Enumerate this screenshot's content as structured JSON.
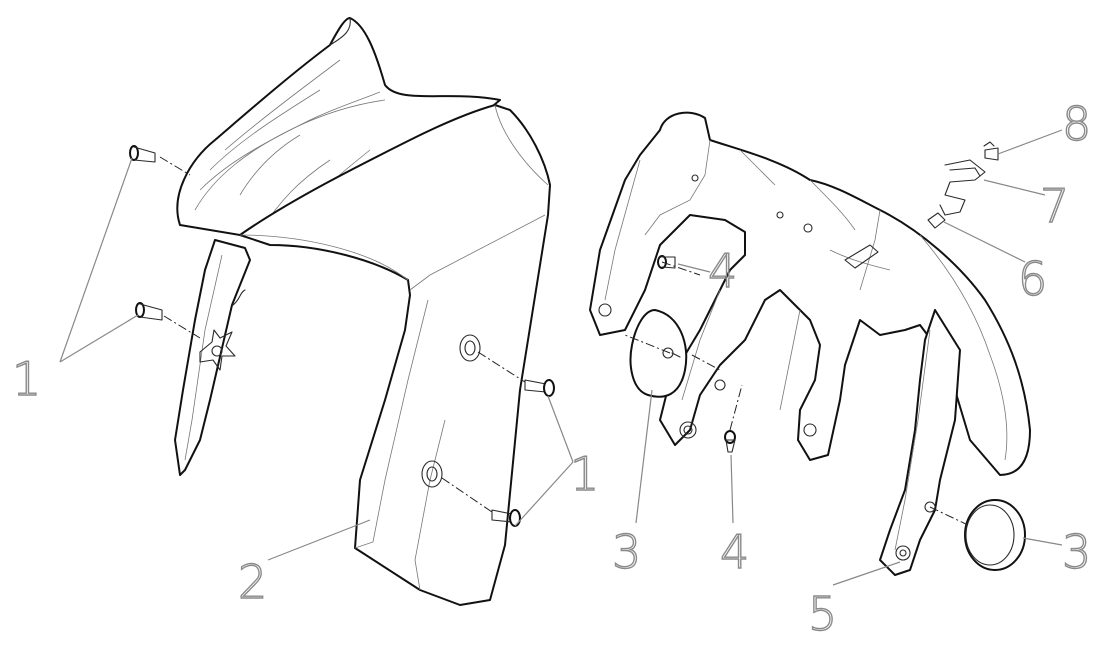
{
  "diagram": {
    "callouts": {
      "c1a": "1",
      "c1b": "1",
      "c2": "2",
      "c3a": "3",
      "c3b": "3",
      "c4a": "4",
      "c4b": "4",
      "c5": "5",
      "c6": "6",
      "c7": "7",
      "c8": "8"
    },
    "line_color": "#111111",
    "callout_color": "#8a8a8a",
    "background": "#ffffff"
  }
}
